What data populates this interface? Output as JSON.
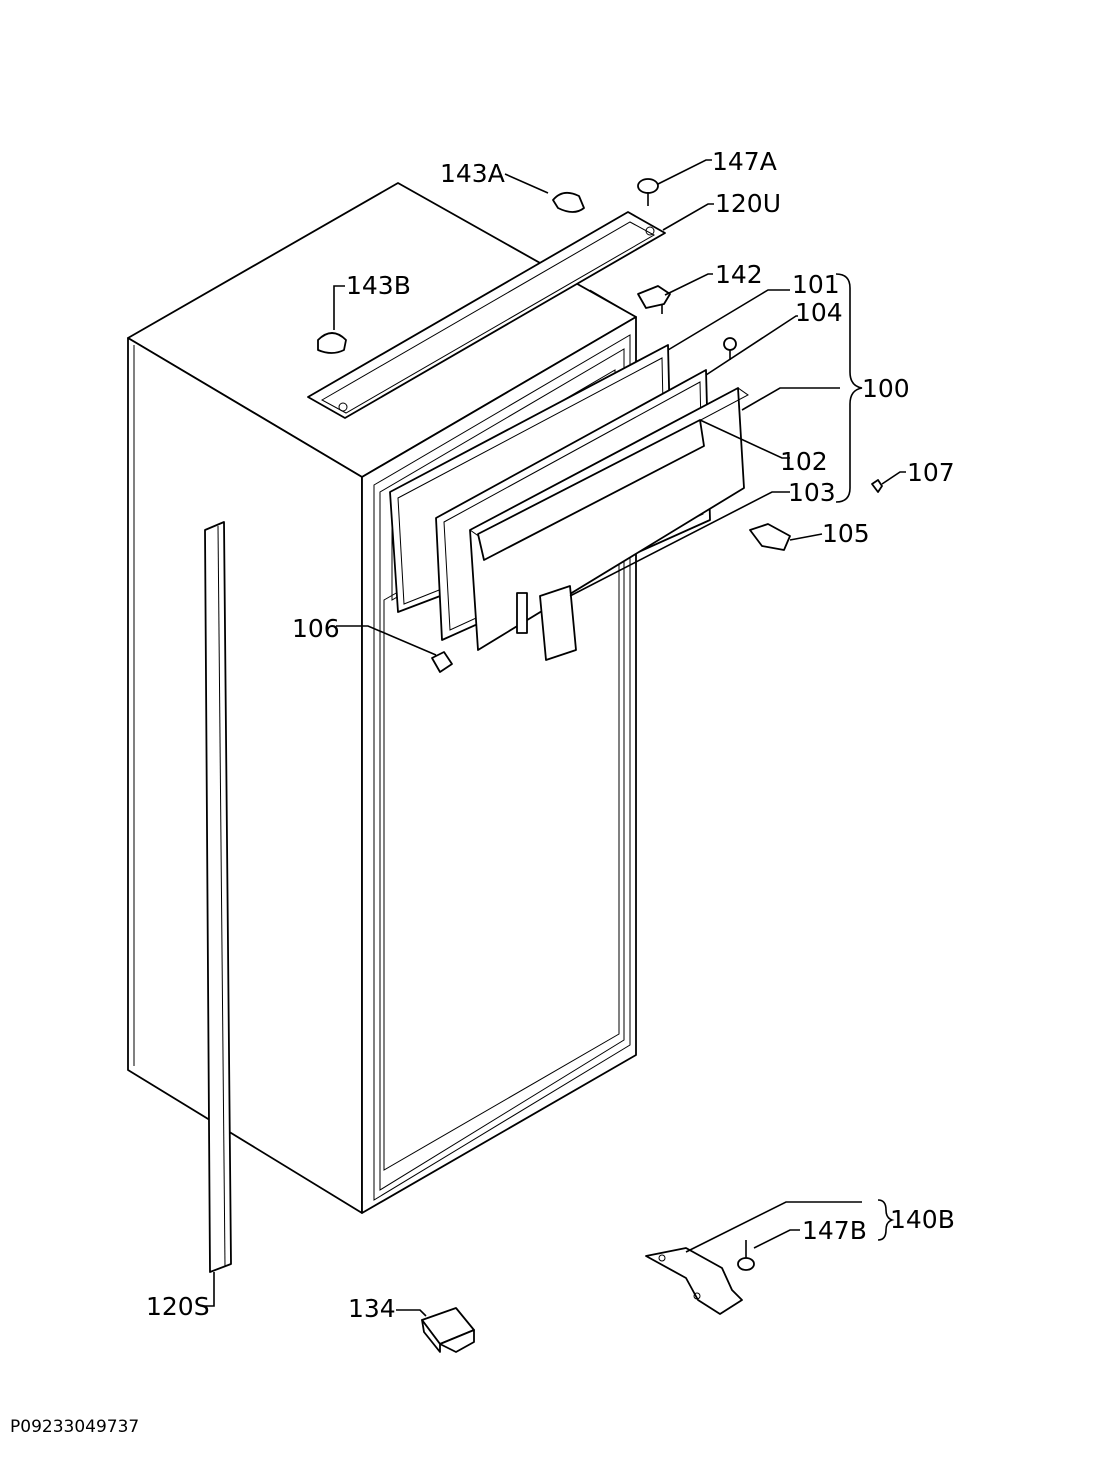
{
  "diagram": {
    "code": "P09233049737",
    "labels": {
      "l143A": "143A",
      "l147A": "147A",
      "l120U": "120U",
      "l143B": "143B",
      "l142": "142",
      "l101": "101",
      "l104": "104",
      "l100": "100",
      "l102": "102",
      "l107": "107",
      "l103": "103",
      "l105": "105",
      "l106": "106",
      "l140B": "140B",
      "l147B": "147B",
      "l120S": "120S",
      "l134": "134"
    }
  }
}
